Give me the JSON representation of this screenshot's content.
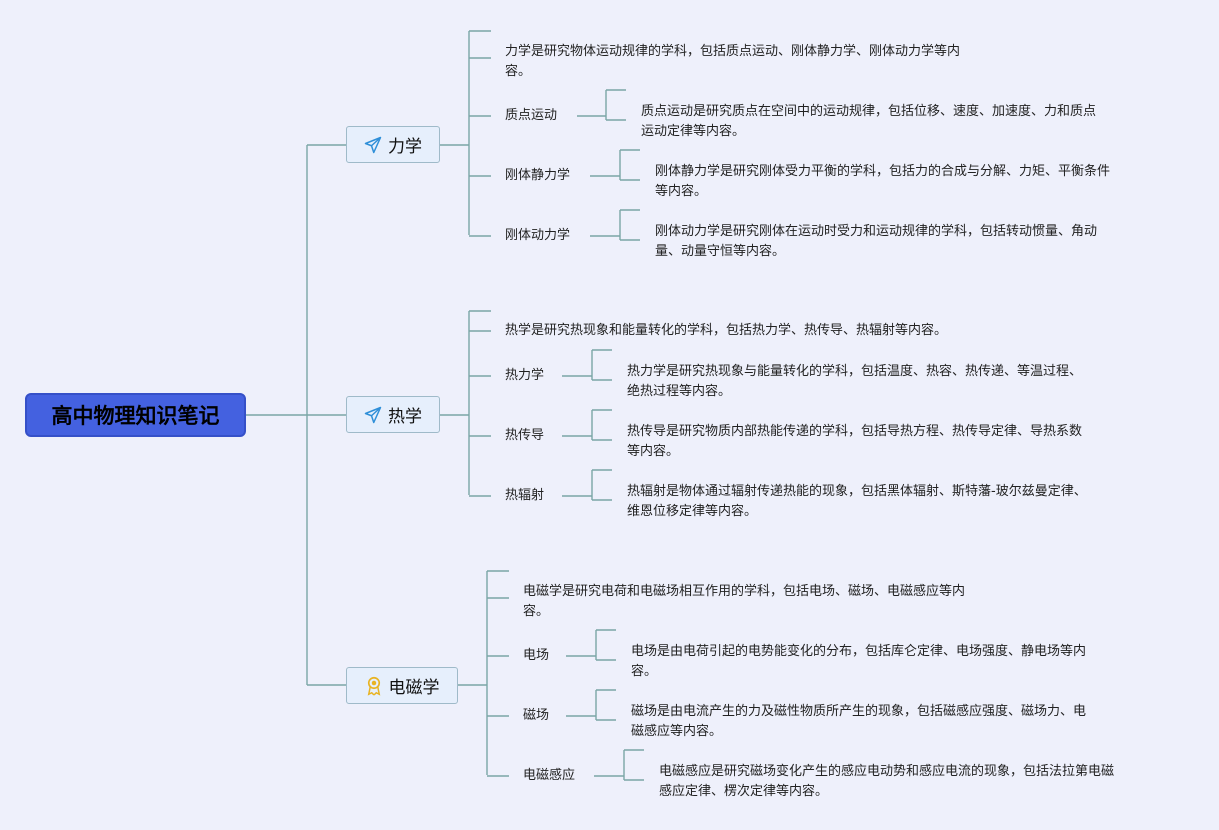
{
  "root": {
    "title": "高中物理知识笔记"
  },
  "branches": [
    {
      "title": "力学",
      "icon": "paper-plane-icon",
      "summary_lines": [
        "力学是研究物体运动规律的学科，包括质点运动、刚体静力学、刚体动力学等内",
        "容。"
      ],
      "topics": [
        {
          "label": "质点运动",
          "desc_lines": [
            "质点运动是研究质点在空间中的运动规律，包括位移、速度、加速度、力和质点",
            "运动定律等内容。"
          ]
        },
        {
          "label": "刚体静力学",
          "desc_lines": [
            "刚体静力学是研究刚体受力平衡的学科，包括力的合成与分解、力矩、平衡条件",
            "等内容。"
          ]
        },
        {
          "label": "刚体动力学",
          "desc_lines": [
            "刚体动力学是研究刚体在运动时受力和运动规律的学科，包括转动惯量、角动",
            "量、动量守恒等内容。"
          ]
        }
      ]
    },
    {
      "title": "热学",
      "icon": "paper-plane-icon",
      "summary_lines": [
        "热学是研究热现象和能量转化的学科，包括热力学、热传导、热辐射等内容。"
      ],
      "topics": [
        {
          "label": "热力学",
          "desc_lines": [
            "热力学是研究热现象与能量转化的学科，包括温度、热容、热传递、等温过程、",
            "绝热过程等内容。"
          ]
        },
        {
          "label": "热传导",
          "desc_lines": [
            "热传导是研究物质内部热能传递的学科，包括导热方程、热传导定律、导热系数",
            "等内容。"
          ]
        },
        {
          "label": "热辐射",
          "desc_lines": [
            "热辐射是物体通过辐射传递热能的现象，包括黑体辐射、斯特藩-玻尔兹曼定律、",
            "维恩位移定律等内容。"
          ]
        }
      ]
    },
    {
      "title": "电磁学",
      "icon": "award-ribbon-icon",
      "summary_lines": [
        "电磁学是研究电荷和电磁场相互作用的学科，包括电场、磁场、电磁感应等内",
        "容。"
      ],
      "topics": [
        {
          "label": "电场",
          "desc_lines": [
            "电场是由电荷引起的电势能变化的分布，包括库仑定律、电场强度、静电场等内",
            "容。"
          ]
        },
        {
          "label": "磁场",
          "desc_lines": [
            "磁场是由电流产生的力及磁性物质所产生的现象，包括磁感应强度、磁场力、电",
            "磁感应等内容。"
          ]
        },
        {
          "label": "电磁感应",
          "desc_lines": [
            "电磁感应是研究磁场变化产生的感应电动势和感应电流的现象，包括法拉第电磁",
            "感应定律、楞次定律等内容。"
          ]
        }
      ]
    }
  ],
  "colors": {
    "line": "#7aa6a6",
    "root_fill": "#4461e0",
    "branch_fill": "#e6effc",
    "branch_border": "#9fbac9",
    "icon_blue": "#2f8fd8",
    "icon_gold": "#e8b322"
  }
}
